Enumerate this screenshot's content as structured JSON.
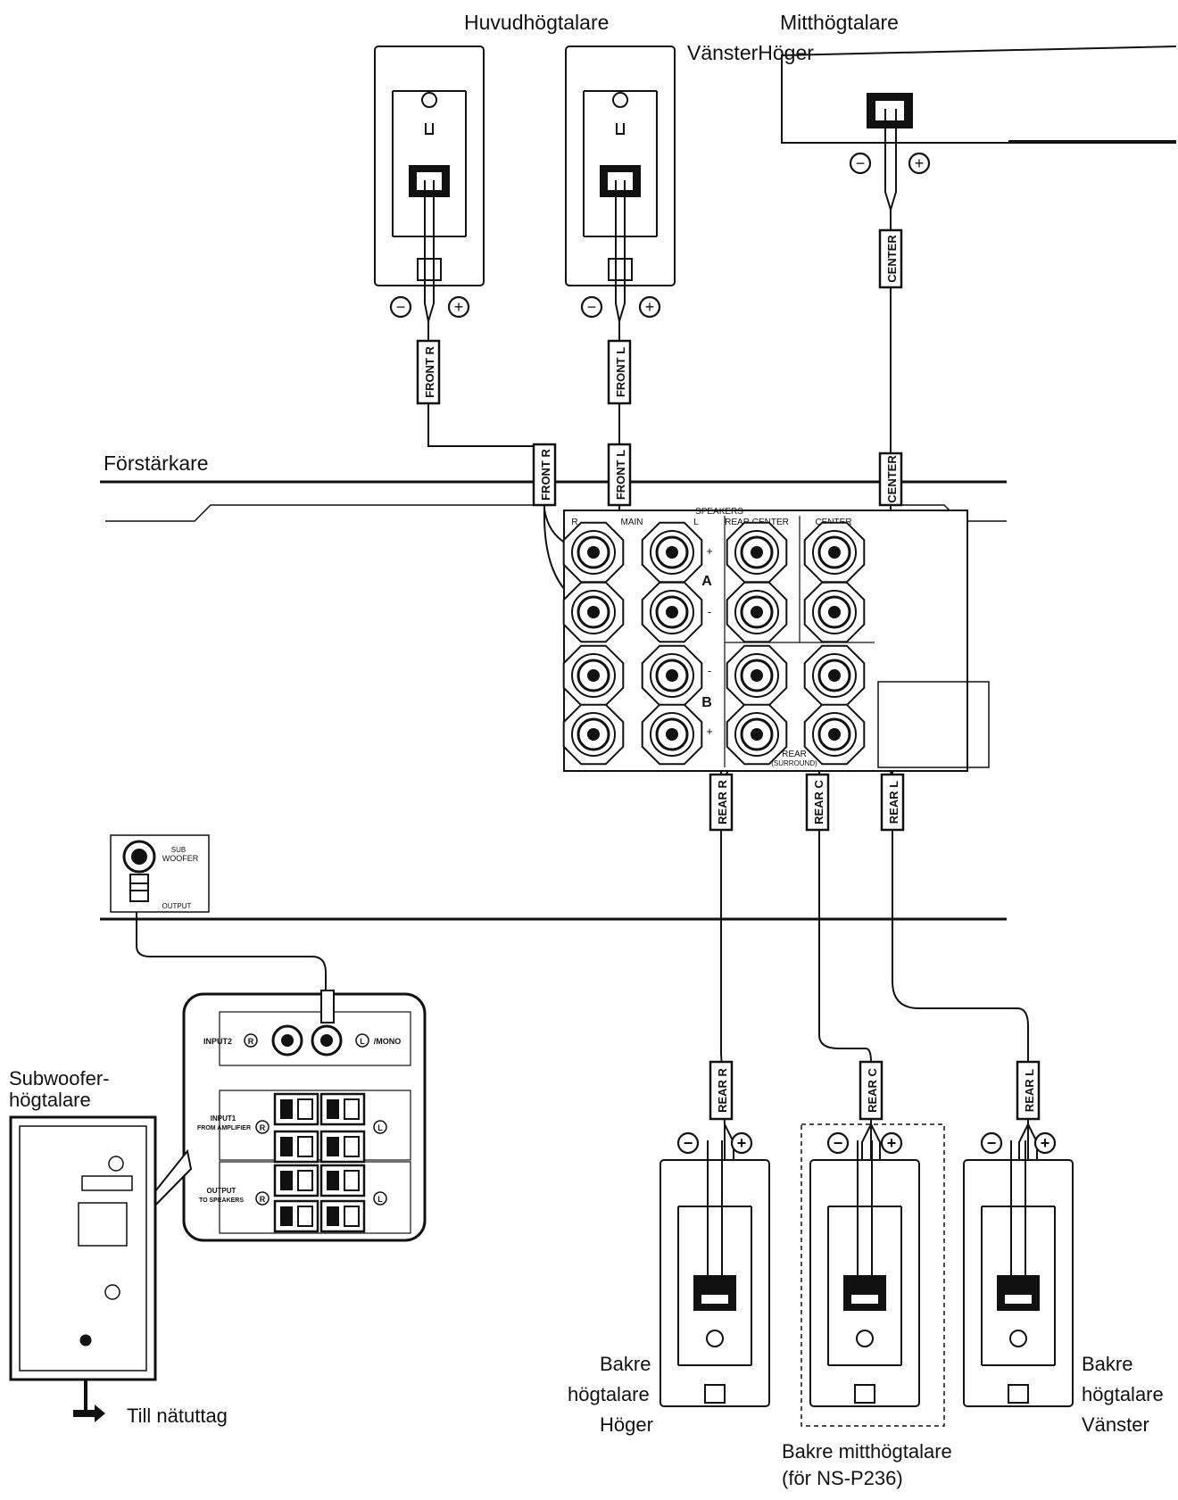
{
  "labels": {
    "main_speakers": "Huvudhögtalare",
    "left_right": "VänsterHöger",
    "center_speaker": "Mitthögtalare",
    "amplifier": "Förstärkare",
    "subwoofer_line1": "Subwoofer-",
    "subwoofer_line2": "högtalare",
    "mains_outlet": "Till nätuttag",
    "rear_right_line1": "Bakre",
    "rear_right_line2": "högtalare",
    "rear_right_line3": "Höger",
    "rear_left_line1": "Bakre",
    "rear_left_line2": "högtalare",
    "rear_left_line3": "Vänster",
    "rear_center_line1": "Bakre mitthögtalare",
    "rear_center_line2": "(för NS-P236)"
  },
  "cable_tags": {
    "front_r": "FRONT R",
    "front_l": "FRONT L",
    "center": "CENTER",
    "rear_r": "REAR R",
    "rear_c": "REAR C",
    "rear_l": "REAR L"
  },
  "panel": {
    "speakers": "SPEAKERS",
    "main": "MAIN",
    "rear_center": "REAR CENTER",
    "center": "CENTER",
    "group_a": "A",
    "group_b": "B",
    "rear_surround_line1": "REAR",
    "rear_surround_line2": "(SURROUND)",
    "r_mark": "R",
    "l_mark": "L",
    "plus": "+",
    "minus": "-"
  },
  "subwoofer_jack": {
    "label_line1": "SUB",
    "label_line2": "WOOFER",
    "output": "OUTPUT"
  },
  "sub_panel": {
    "input2": "INPUT2",
    "mono": "/MONO",
    "input1_line1": "INPUT1",
    "input1_line2": "FROM AMPLIFIER",
    "output_line1": "OUTPUT",
    "output_line2": "TO SPEAKERS",
    "r_mark": "R",
    "l_mark": "L"
  },
  "terminal_signs": {
    "minus": "−",
    "plus": "+"
  }
}
